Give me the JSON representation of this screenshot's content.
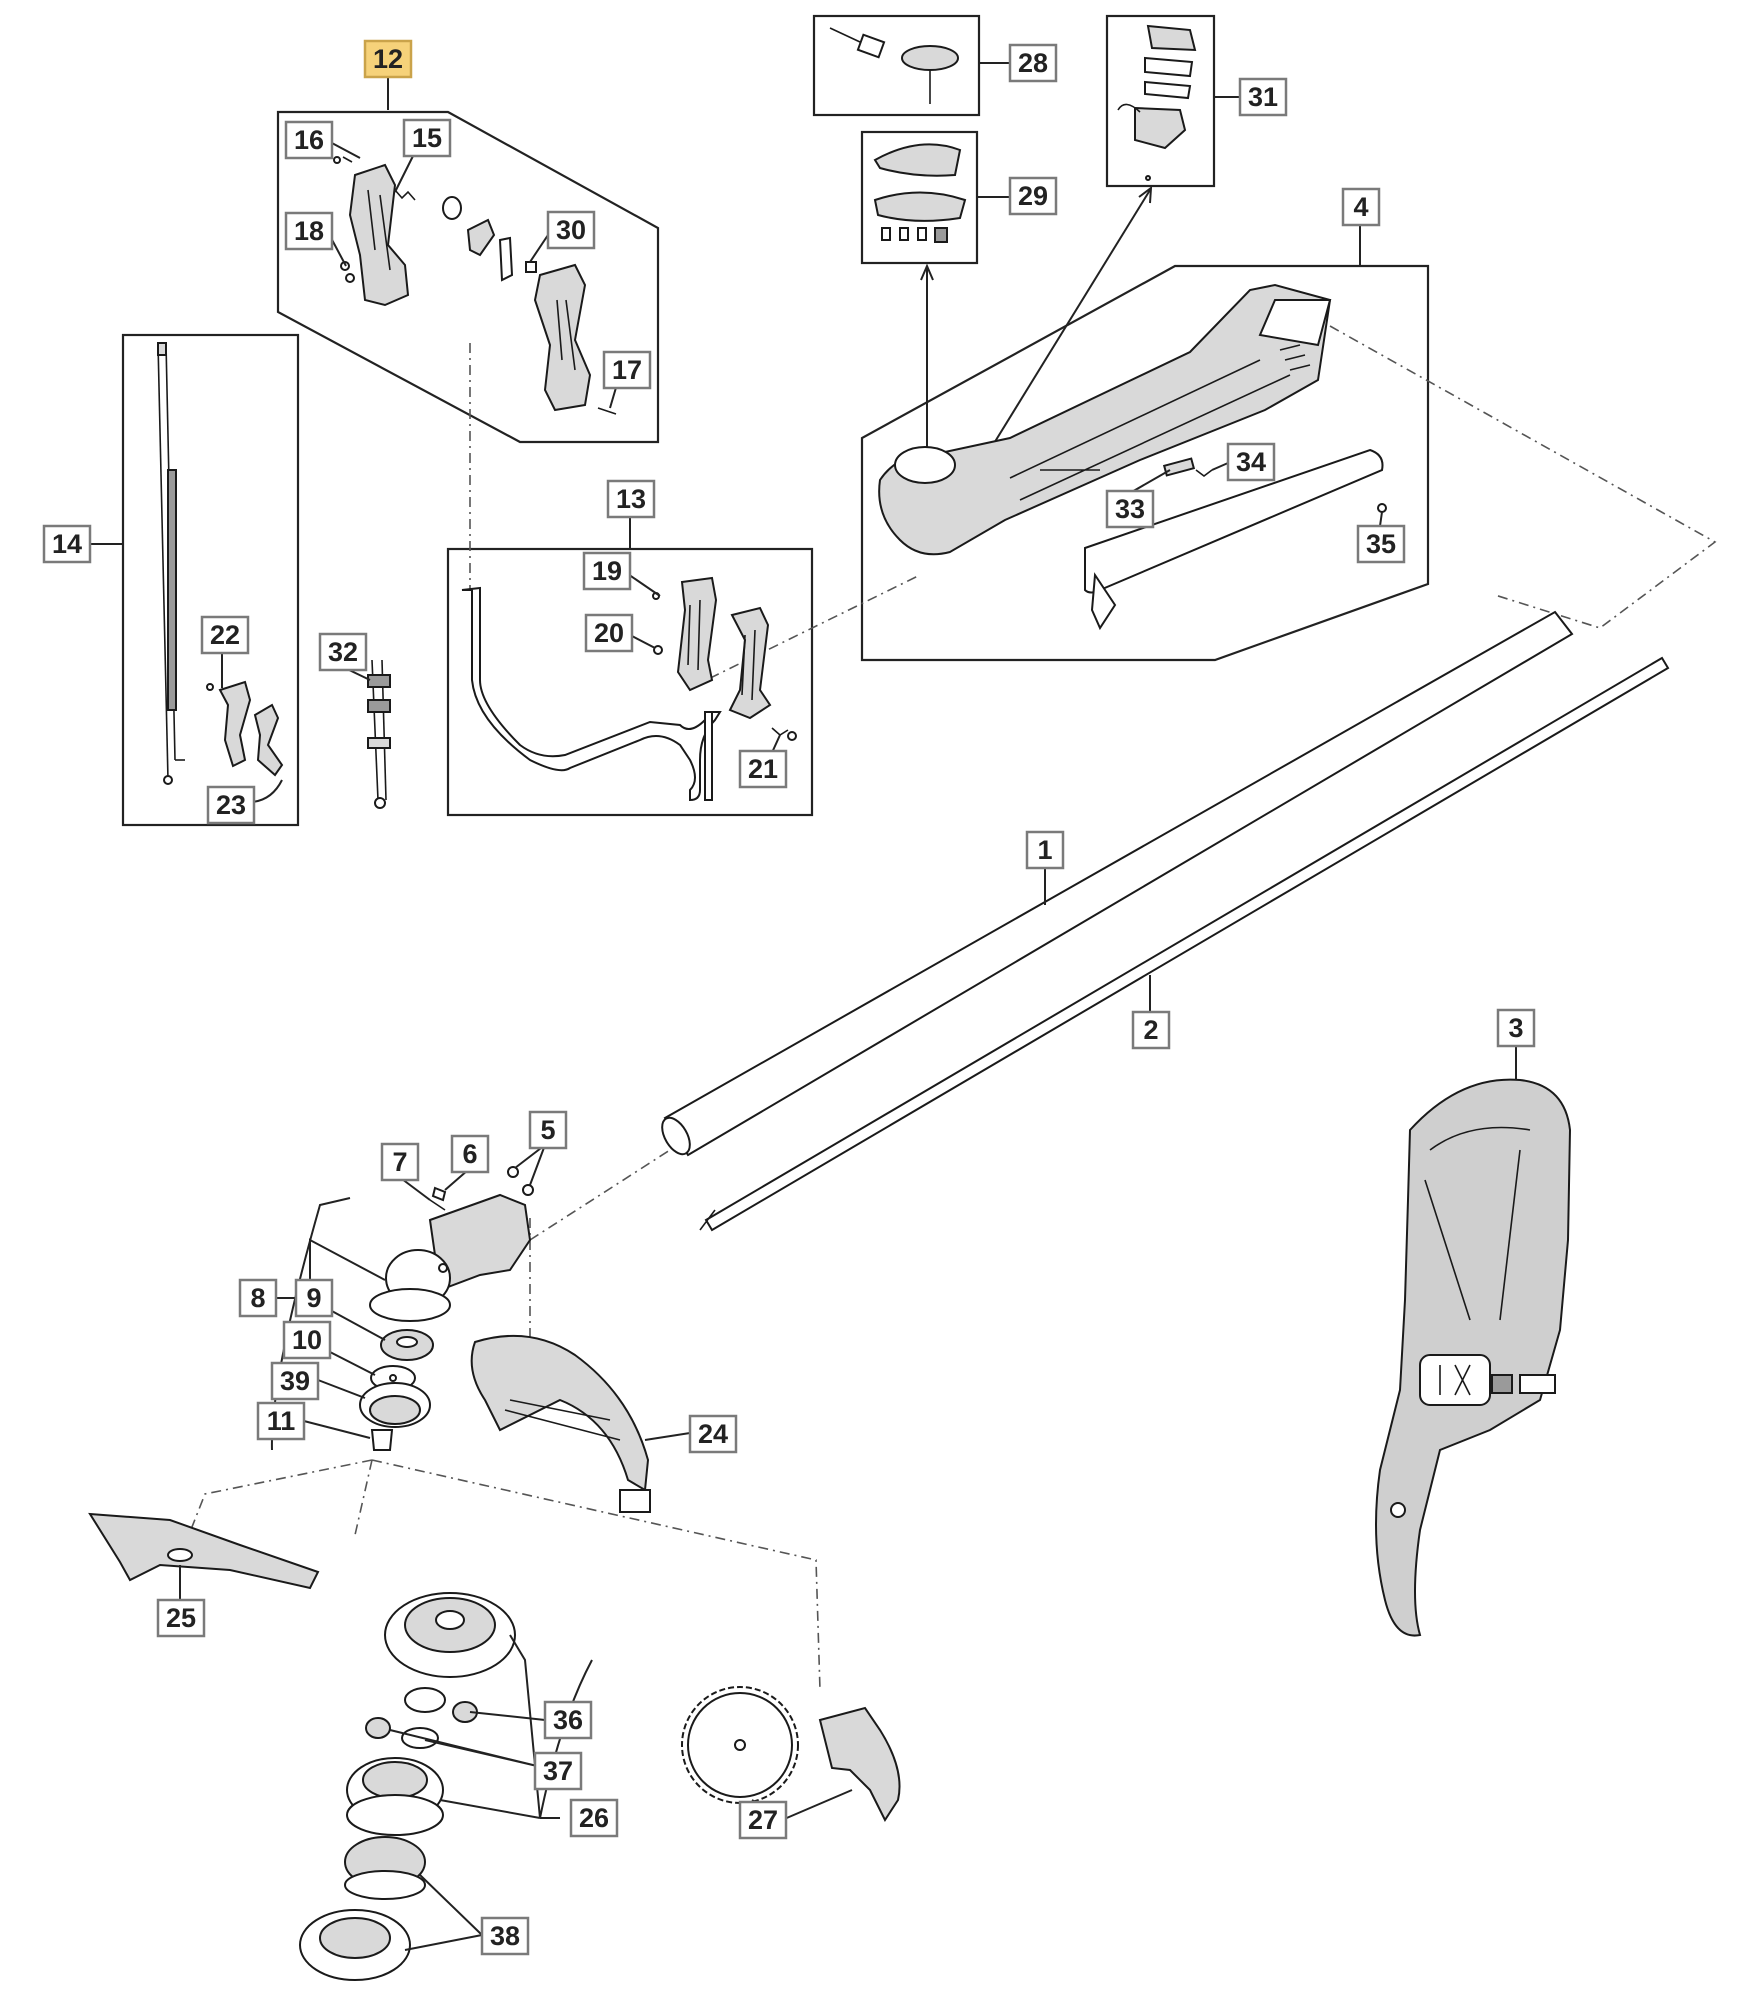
{
  "callouts": [
    {
      "id": "1",
      "label": "1"
    },
    {
      "id": "2",
      "label": "2"
    },
    {
      "id": "3",
      "label": "3"
    },
    {
      "id": "4",
      "label": "4"
    },
    {
      "id": "5",
      "label": "5"
    },
    {
      "id": "6",
      "label": "6"
    },
    {
      "id": "7",
      "label": "7"
    },
    {
      "id": "8",
      "label": "8"
    },
    {
      "id": "9",
      "label": "9"
    },
    {
      "id": "10",
      "label": "10"
    },
    {
      "id": "11",
      "label": "11"
    },
    {
      "id": "12",
      "label": "12",
      "highlighted": true
    },
    {
      "id": "13",
      "label": "13"
    },
    {
      "id": "14",
      "label": "14"
    },
    {
      "id": "15",
      "label": "15"
    },
    {
      "id": "16",
      "label": "16"
    },
    {
      "id": "17",
      "label": "17"
    },
    {
      "id": "18",
      "label": "18"
    },
    {
      "id": "19",
      "label": "19"
    },
    {
      "id": "20",
      "label": "20"
    },
    {
      "id": "21",
      "label": "21"
    },
    {
      "id": "22",
      "label": "22"
    },
    {
      "id": "23",
      "label": "23"
    },
    {
      "id": "24",
      "label": "24"
    },
    {
      "id": "25",
      "label": "25"
    },
    {
      "id": "26",
      "label": "26"
    },
    {
      "id": "27",
      "label": "27"
    },
    {
      "id": "28",
      "label": "28"
    },
    {
      "id": "29",
      "label": "29"
    },
    {
      "id": "30",
      "label": "30"
    },
    {
      "id": "31",
      "label": "31"
    },
    {
      "id": "32",
      "label": "32"
    },
    {
      "id": "33",
      "label": "33"
    },
    {
      "id": "34",
      "label": "34"
    },
    {
      "id": "35",
      "label": "35"
    },
    {
      "id": "36",
      "label": "36"
    },
    {
      "id": "37",
      "label": "37"
    },
    {
      "id": "38",
      "label": "38"
    },
    {
      "id": "39",
      "label": "39"
    }
  ],
  "colors": {
    "highlight_fill": "#f6d27a",
    "callout_border": "#7a7a7a",
    "line": "#1a1a1a"
  }
}
